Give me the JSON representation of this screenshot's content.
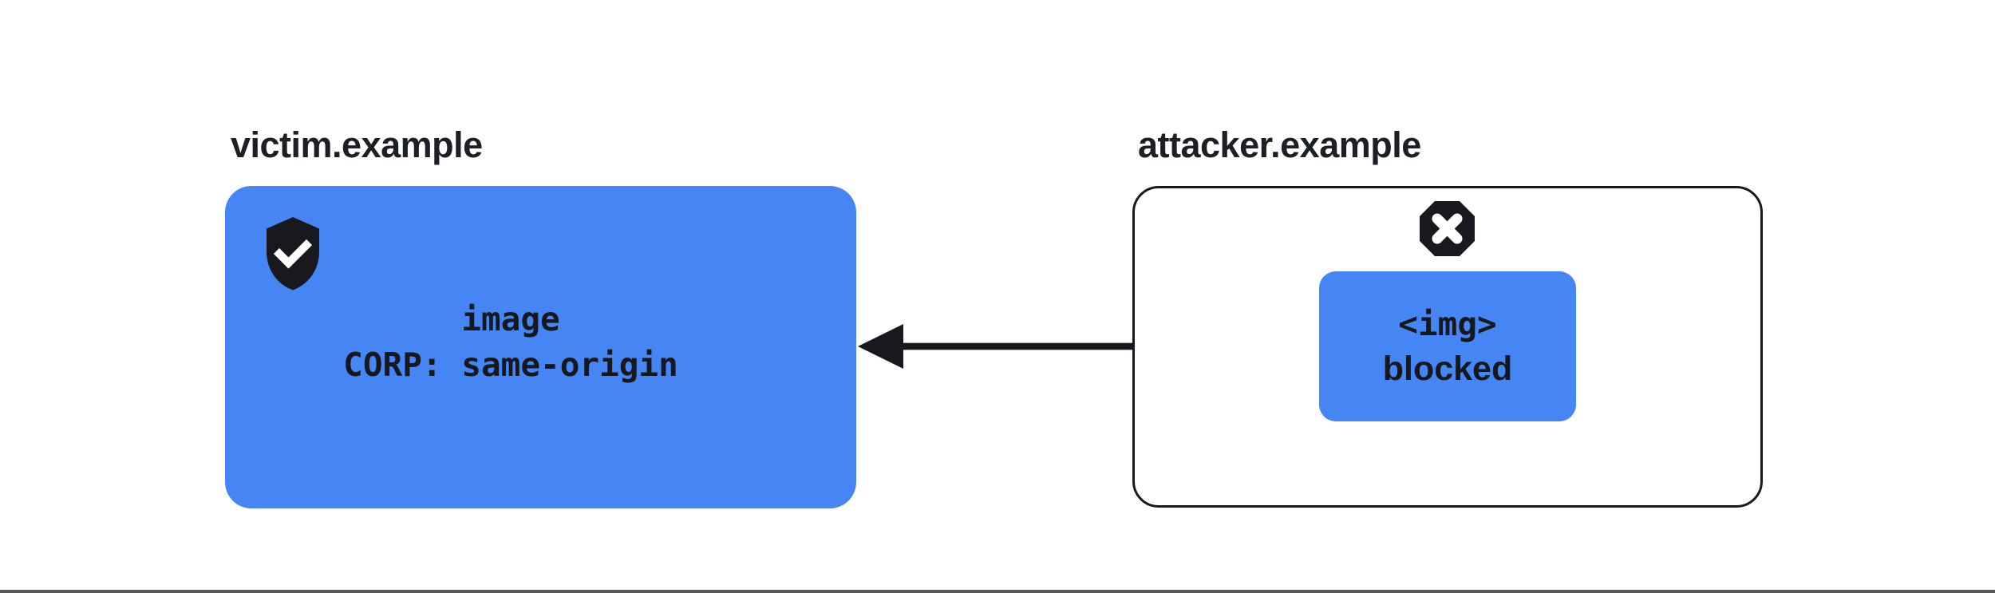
{
  "figure": {
    "victim": {
      "title": "victim.example",
      "card": {
        "line1": "image",
        "line2": "CORP: same-origin"
      },
      "icon": "shield-check-icon"
    },
    "attacker": {
      "title": "attacker.example",
      "icon": "blocked-cross-octagon-icon",
      "request": {
        "line1": "<img>",
        "line2": "blocked"
      }
    },
    "arrow": {
      "from": "attacker.example",
      "to": "victim.example",
      "direction": "right-to-left"
    }
  },
  "colors": {
    "blue": "#4685f4",
    "ink": "#17191f",
    "title_text": "#1c1f24",
    "card_text": "#15181c",
    "bottom_rule": "#54565a",
    "background": "#ffffff"
  }
}
